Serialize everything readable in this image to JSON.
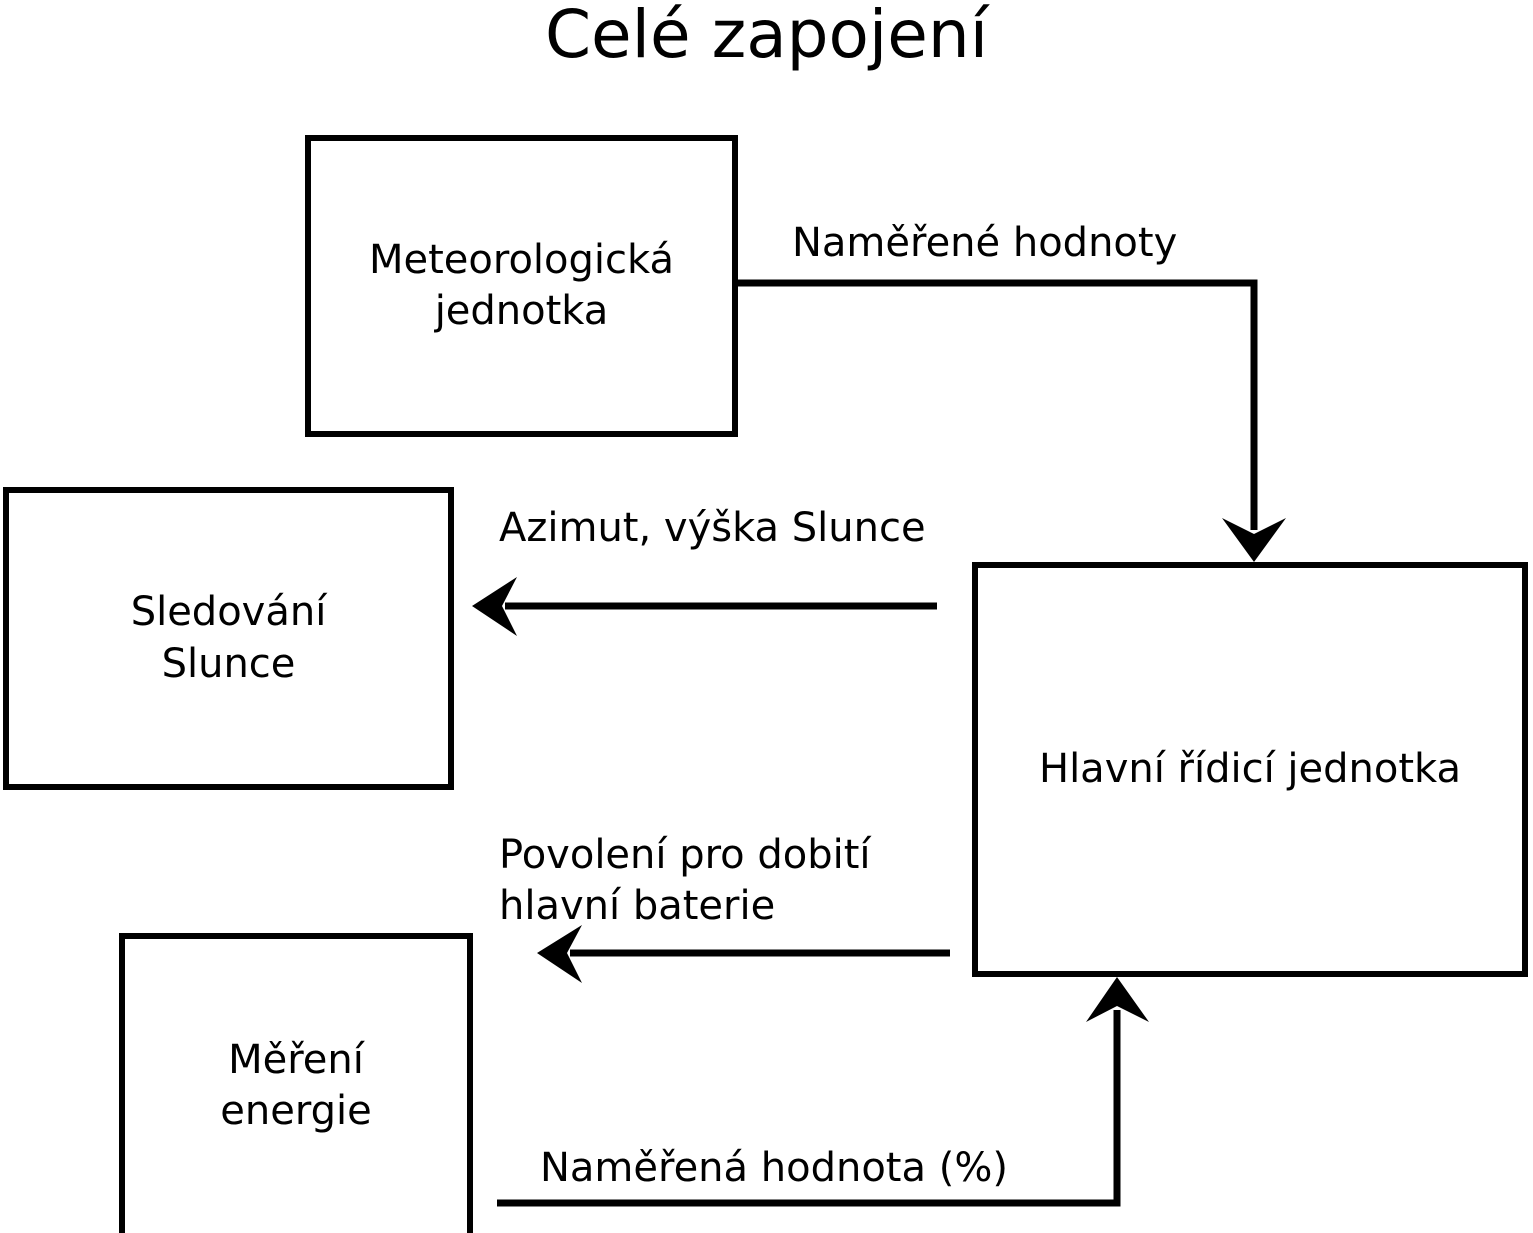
{
  "title": "Celé zapojení",
  "diagram": {
    "type": "block-diagram",
    "nodes": [
      {
        "id": "meteo",
        "label": "Meteorologická\njednotka"
      },
      {
        "id": "sun",
        "label": "Sledování\nSlunce"
      },
      {
        "id": "main",
        "label": "Hlavní řídicí jednotka"
      },
      {
        "id": "energy",
        "label": "Měření\nenergie"
      }
    ],
    "edges": [
      {
        "id": "meteo-to-main",
        "from": "meteo",
        "to": "main",
        "label": "Naměřené hodnoty"
      },
      {
        "id": "main-to-sun",
        "from": "main",
        "to": "sun",
        "label": "Azimut, výška Slunce"
      },
      {
        "id": "main-to-energy",
        "from": "main",
        "to": "energy",
        "label": "Povolení pro dobití\nhlavní baterie"
      },
      {
        "id": "energy-to-main",
        "from": "energy",
        "to": "main",
        "label": "Naměřená hodnota (%)"
      }
    ],
    "colors": {
      "stroke": "#000000",
      "fill": "#ffffff",
      "text": "#000000"
    }
  }
}
